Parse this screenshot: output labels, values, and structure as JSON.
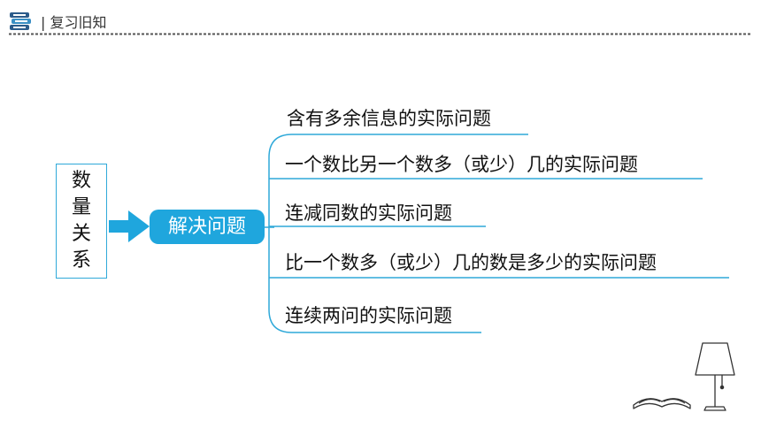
{
  "header": {
    "title": "| 复习旧知"
  },
  "left_box": {
    "chars": [
      "数",
      "量",
      "关",
      "系"
    ]
  },
  "center": {
    "label": "解决问题"
  },
  "branches": [
    "含有多余信息的实际问题",
    "一个数比另一个数多（或少）几的实际问题",
    "连减同数的实际问题",
    "比一个数多（或少）几的数是多少的实际问题",
    "连续两问的实际问题"
  ],
  "colors": {
    "accent": "#1fa6dd",
    "border": "#2fa9d9"
  }
}
